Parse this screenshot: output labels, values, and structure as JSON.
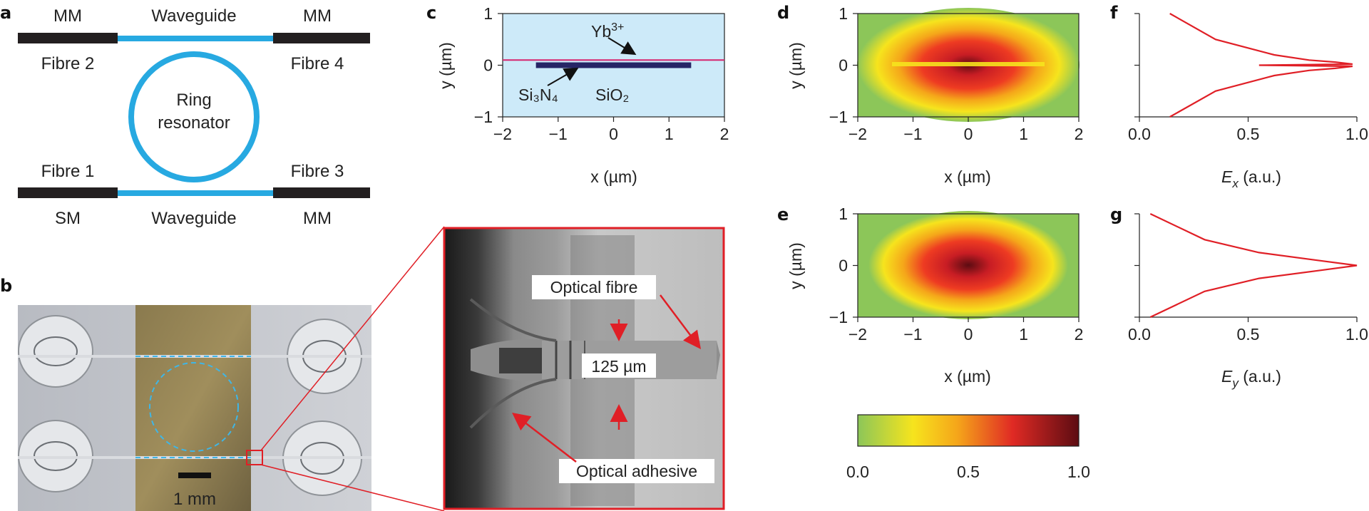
{
  "panels": [
    "a",
    "b",
    "c",
    "d",
    "e",
    "f",
    "g"
  ],
  "panel_a": {
    "top_left_fibre_type": "MM",
    "top_waveguide": "Waveguide",
    "top_right_fibre_type": "MM",
    "fibre_2": "Fibre 2",
    "fibre_4": "Fibre 4",
    "ring_line1": "Ring",
    "ring_line2": "resonator",
    "fibre_1": "Fibre 1",
    "fibre_3": "Fibre 3",
    "bottom_left_fibre_type": "SM",
    "bottom_waveguide": "Waveguide",
    "bottom_right_fibre_type": "MM"
  },
  "panel_b": {
    "scale_bar": "1 mm",
    "optical_fibre": "Optical fibre",
    "diameter": "125 µm",
    "optical_adhesive": "Optical adhesive"
  },
  "panel_c": {
    "yb_base": "Yb",
    "yb_sup": "3+",
    "si3n4": "Si₃N₄",
    "sio2": "SiO₂",
    "ylabel": "y (µm)",
    "xlabel": "x (µm)"
  },
  "colorbar": {
    "ticks": [
      "0.0",
      "0.5",
      "1.0"
    ]
  },
  "chart_data": [
    {
      "panel": "c",
      "type": "other",
      "xlabel": "x (µm)",
      "ylabel": "y (µm)",
      "xlim": [
        -2,
        2
      ],
      "ylim": [
        -1,
        1
      ],
      "xticks": [
        "−2",
        "−1",
        "0",
        "1",
        "2"
      ],
      "yticks": [
        "1",
        "0",
        "−1"
      ],
      "si3n4_core": {
        "x": [
          -1.4,
          1.4
        ],
        "y": 0
      },
      "yb_layer_y": 0.1
    },
    {
      "panel": "d",
      "type": "heatmap",
      "xlabel": "x (µm)",
      "ylabel": "y (µm)",
      "xlim": [
        -2,
        2
      ],
      "ylim": [
        -1,
        1
      ],
      "xticks": [
        "−2",
        "−1",
        "0",
        "1",
        "2"
      ],
      "yticks": [
        "1",
        "0",
        "−1"
      ],
      "colorscale": [
        "#8cc659",
        "#f6e41d",
        "#f5a61a",
        "#e02a24",
        "#5c0c12"
      ],
      "peak_value": 1.0
    },
    {
      "panel": "e",
      "type": "heatmap",
      "xlabel": "x (µm)",
      "ylabel": "y (µm)",
      "xlim": [
        -2,
        2
      ],
      "ylim": [
        -1,
        1
      ],
      "xticks": [
        "−2",
        "−1",
        "0",
        "1",
        "2"
      ],
      "yticks": [
        "1",
        "0",
        "−1"
      ],
      "colorscale": [
        "#8cc659",
        "#f6e41d",
        "#f5a61a",
        "#e02a24",
        "#5c0c12"
      ],
      "peak_value": 1.0
    },
    {
      "panel": "f",
      "type": "line",
      "xlabel": "Ex (a.u.)",
      "xlim": [
        0,
        1
      ],
      "ylim": [
        -1,
        1
      ],
      "xticks": [
        "0.0",
        "0.5",
        "1.0"
      ],
      "series": [
        {
          "values_y": [
            1.0,
            0.5,
            0.2,
            0.1,
            0.06,
            0.02,
            0.0,
            -0.02,
            -0.06,
            -0.1,
            -0.2,
            -0.5,
            -1.0
          ],
          "values_x": [
            0.14,
            0.35,
            0.62,
            0.78,
            0.9,
            0.98,
            0.55,
            0.98,
            0.9,
            0.78,
            0.62,
            0.35,
            0.14
          ]
        }
      ]
    },
    {
      "panel": "g",
      "type": "line",
      "xlabel": "Ey (a.u.)",
      "xlim": [
        0,
        1
      ],
      "ylim": [
        -1,
        1
      ],
      "xticks": [
        "0.0",
        "0.5",
        "1.0"
      ],
      "series": [
        {
          "values_y": [
            1.0,
            0.5,
            0.25,
            0.1,
            0.0,
            -0.1,
            -0.25,
            -0.5,
            -1.0
          ],
          "values_x": [
            0.05,
            0.3,
            0.55,
            0.82,
            1.0,
            0.82,
            0.55,
            0.3,
            0.05
          ]
        }
      ]
    }
  ]
}
